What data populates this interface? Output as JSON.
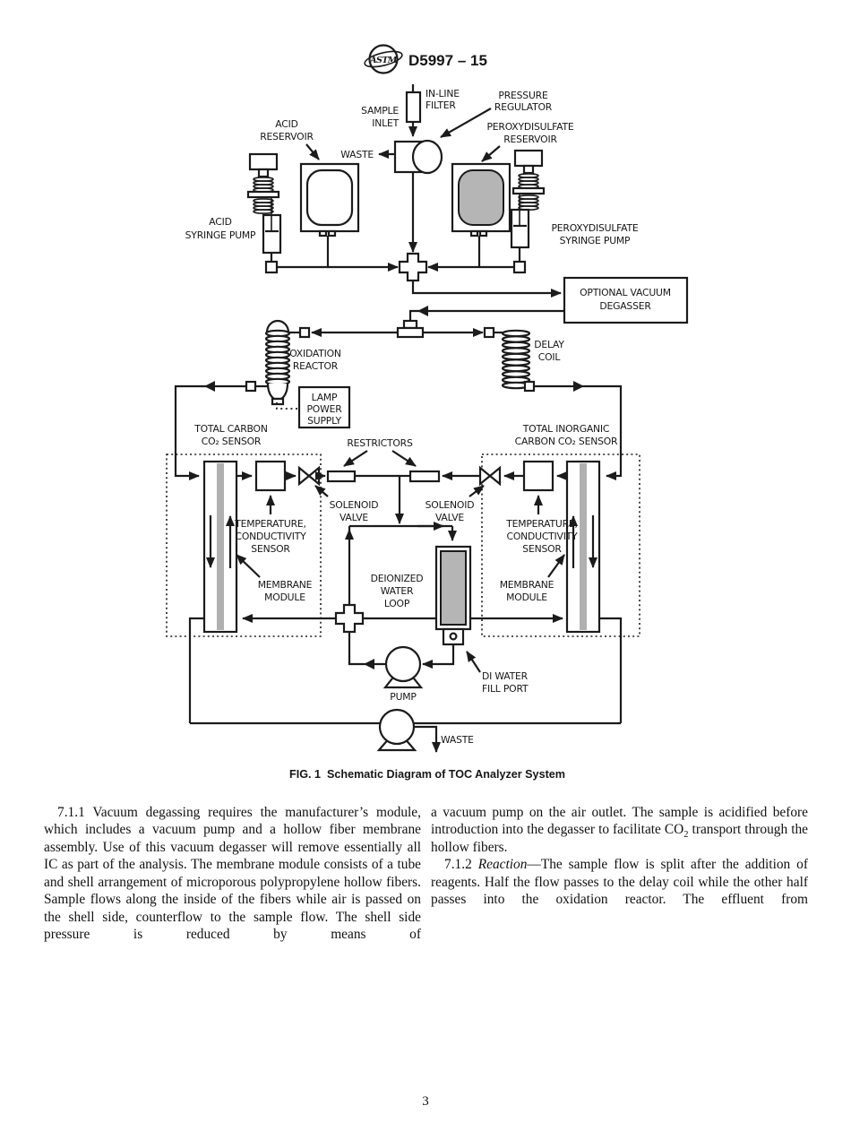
{
  "header": {
    "logo_text": "ASTM",
    "designation": "D5997 – 15"
  },
  "diagram": {
    "labels": {
      "in_line_filter": [
        "IN-LINE",
        "FILTER"
      ],
      "sample_inlet": [
        "SAMPLE",
        "INLET"
      ],
      "pressure_regulator": [
        "PRESSURE",
        "REGULATOR"
      ],
      "acid_reservoir": [
        "ACID",
        "RESERVOIR"
      ],
      "waste": "WASTE",
      "peroxydisulfate_reservoir": [
        "PEROXYDISULFATE",
        "RESERVOIR"
      ],
      "acid_syringe_pump": [
        "ACID",
        "SYRINGE PUMP"
      ],
      "peroxydisulfate_syringe_pump": [
        "PEROXYDISULFATE",
        "SYRINGE PUMP"
      ],
      "optional_vacuum_degasser": [
        "OPTIONAL VACUUM",
        "DEGASSER"
      ],
      "oxidation_reactor": [
        "OXIDATION",
        "REACTOR"
      ],
      "delay_coil": [
        "DELAY",
        "COIL"
      ],
      "lamp_power_supply": [
        "LAMP",
        "POWER",
        "SUPPLY"
      ],
      "total_carbon_sensor": [
        "TOTAL CARBON",
        "CO₂ SENSOR"
      ],
      "restrictors": "RESTRICTORS",
      "total_inorganic_sensor": [
        "TOTAL INORGANIC",
        "CARBON CO₂ SENSOR"
      ],
      "solenoid_valve": [
        "SOLENOID",
        "VALVE"
      ],
      "temp_conductivity_sensor": [
        "TEMPERATURE,",
        "CONDUCTIVITY",
        "SENSOR"
      ],
      "membrane_module": [
        "MEMBRANE",
        "MODULE"
      ],
      "deionized_water_loop": [
        "DEIONIZED",
        "WATER",
        "LOOP"
      ],
      "di_water_fill_port": [
        "DI WATER",
        "FILL PORT"
      ],
      "pump": "PUMP"
    },
    "caption": "FIG. 1  Schematic Diagram of TOC Analyzer System"
  },
  "body": {
    "col_left": {
      "p1": "7.1.1 Vacuum degassing requires the manufacturer’s module, which includes a vacuum pump and a hollow fiber membrane assembly. Use of this vacuum degasser will remove essentially all IC as part of the analysis. The membrane module consists of a tube and shell arrangement of microporous polypropylene hollow fibers. Sample flows along the inside of the fibers while air is passed on the shell side, counterflow to the sample flow. The shell side pressure is reduced by means of"
    },
    "col_right": {
      "p1_before_sub": "a vacuum pump on the air outlet. The sample is acidified before introduction into the degasser to facilitate CO",
      "p1_sub": "2",
      "p1_after_sub": " transport through the hollow fibers.",
      "p2_num": "7.1.2 ",
      "p2_term": "Reaction",
      "p2_rest": "—The sample flow is split after the addition of reagents. Half the flow passes to the delay coil while the other half passes into the oxidation reactor. The effluent from"
    }
  },
  "footer": {
    "page_number": "3"
  }
}
